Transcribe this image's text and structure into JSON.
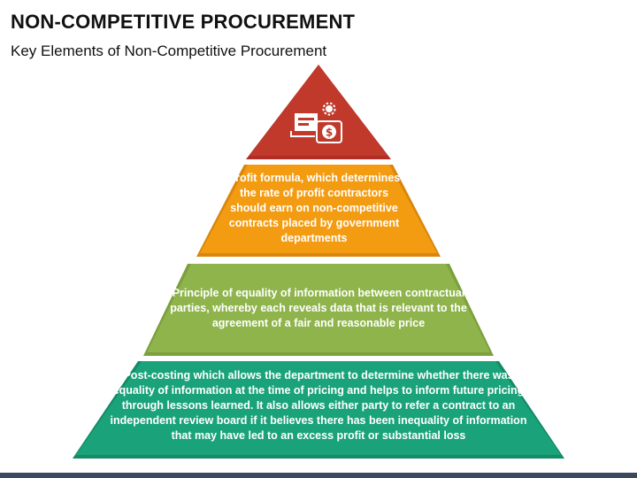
{
  "title": "NON-COMPETITIVE PROCUREMENT",
  "subtitle": "Key Elements of Non-Competitive Procurement",
  "pyramid": {
    "top": {
      "icon": "contract-money-icon",
      "color": "#c0392b"
    },
    "layers": [
      {
        "text": "Profit formula, which determines the rate of profit contractors should earn on non-competitive contracts placed by government departments",
        "color": "#f39c12"
      },
      {
        "text": "Principle of equality of information between contractual parties, whereby each reveals data that is relevant to the agreement of a fair and reasonable price",
        "color": "#8fb44c"
      },
      {
        "text": "Post-costing which allows the department to determine whether there was equality of information at the time of pricing and helps to inform future pricing through lessons learned. It also allows either party to refer a contract to an independent review board if it believes there has been inequality of information that may have led to an excess profit or substantial loss",
        "color": "#1aa37a"
      }
    ]
  }
}
